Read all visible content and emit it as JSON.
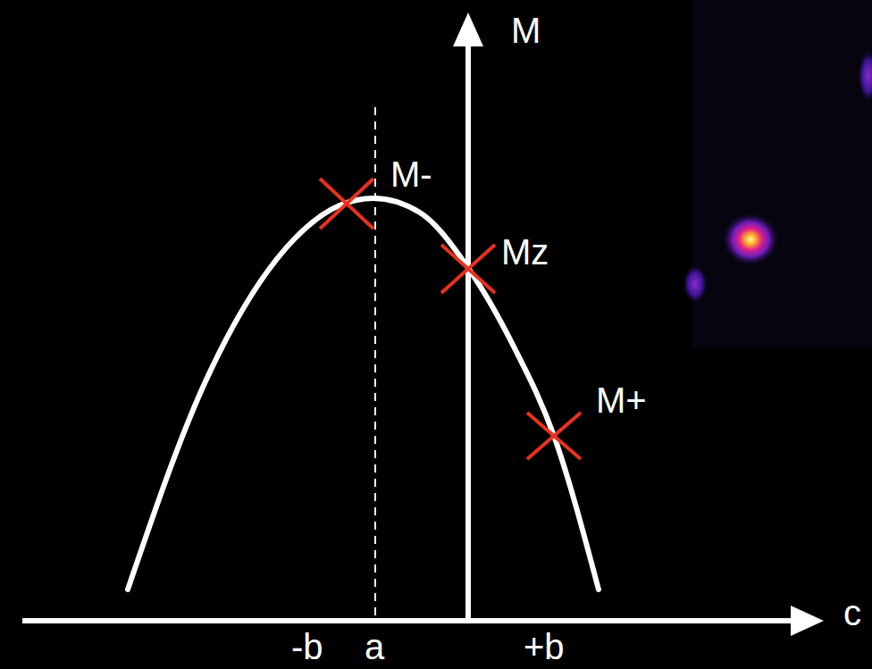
{
  "diagram": {
    "labels": [
      "M",
      "M-",
      "Mz",
      "M+",
      "c",
      "-b",
      "a",
      "+b"
    ]
  }
}
